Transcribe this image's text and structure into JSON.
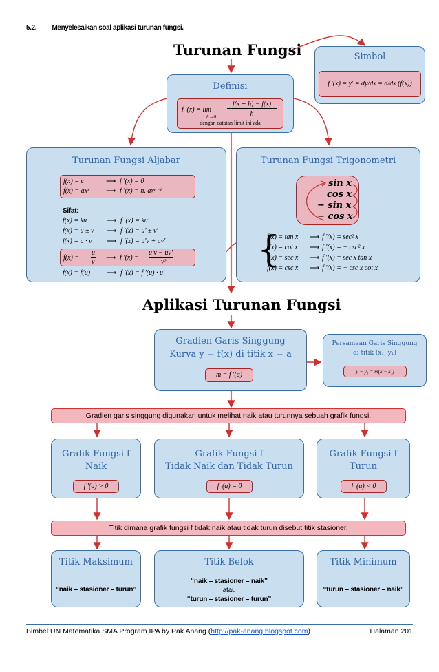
{
  "section": {
    "number": "5.2.",
    "title": "Menyelesaikan soal aplikasi turunan fungsi."
  },
  "main_title": "Turunan Fungsi",
  "simbol": {
    "title": "Simbol",
    "formula": "f ′(x) = y′ = dy/dx = d/dx (f(x))"
  },
  "definisi": {
    "title": "Definisi",
    "lhs": "f ′(x) = lim",
    "limit_sub": "h→0",
    "numerator": "f(x + h) − f(x)",
    "denominator": "h",
    "note": "dengan catatan limit ini ada"
  },
  "aljabar": {
    "title": "Turunan Fungsi Aljabar",
    "basic": [
      {
        "lhs": "f(x) = c",
        "rhs": "f ′(x) = 0"
      },
      {
        "lhs": "f(x) = axⁿ",
        "rhs": "f ′(x) = n. axⁿ⁻¹"
      }
    ],
    "sifat_label": "Sifat:",
    "sifat": [
      {
        "lhs": "f(x) = ku",
        "rhs": "f ′(x) = ku′"
      },
      {
        "lhs": "f(x) = u ± v",
        "rhs": "f ′(x) = u′ ± v′"
      },
      {
        "lhs": "f(x) = u · v",
        "rhs": "f ′(x) = u′v + uv′"
      }
    ],
    "quotient": {
      "lhs_prefix": "f(x) = ",
      "lhs_num": "u",
      "lhs_den": "v",
      "rhs_prefix": "f ′(x) = ",
      "rhs_num": "u′v − uv′",
      "rhs_den": "v²"
    },
    "chain": {
      "lhs": "f(x) = f(u)",
      "rhs": "f ′(x) = f ′(u) · u′"
    }
  },
  "trigonometri": {
    "title": "Turunan Fungsi Trigonometri",
    "cycle": [
      "sin x",
      "cos x",
      "− sin x",
      "− cos x"
    ],
    "rules": [
      {
        "lhs": "f(x) = tan x",
        "rhs": "f ′(x) = sec² x"
      },
      {
        "lhs": "f(x) = cot x",
        "rhs": "f ′(x) = − csc² x"
      },
      {
        "lhs": "f(x) = sec x",
        "rhs": "f ′(x) = sec x tan x"
      },
      {
        "lhs": "f(x) = csc x",
        "rhs": "f ′(x) = − csc x cot x"
      }
    ]
  },
  "aplikasi_title": "Aplikasi Turunan Fungsi",
  "gradien": {
    "line1": "Gradien Garis Singgung",
    "line2": "Kurva y = f(x) di titik x = a",
    "formula": "m = f ′(a)"
  },
  "persamaan": {
    "line1": "Persamaan Garis Singgung",
    "line2": "di titik (x₁, y₁)",
    "formula": "y − y₁ = m(x − x₁)"
  },
  "banner1": "Gradien garis singgung digunakan untuk melihat naik atau turunnya sebuah grafik fungsi.",
  "grafik": [
    {
      "line1": "Grafik Fungsi f",
      "line2": "Naik",
      "formula": "f ′(a) > 0"
    },
    {
      "line1": "Grafik Fungsi f",
      "line2": "Tidak Naik dan Tidak Turun",
      "formula": "f ′(a) = 0"
    },
    {
      "line1": "Grafik Fungsi f",
      "line2": "Turun",
      "formula": "f ′(a) < 0"
    }
  ],
  "banner2": "Titik dimana grafik fungsi f tidak naik atau tidak turun disebut titik stasioner.",
  "titik": [
    {
      "title": "Titik Maksimum",
      "text": "“naik – stasioner – turun”"
    },
    {
      "title": "Titik Belok",
      "text": "“naik – stasioner – naik”",
      "or": "atau",
      "text2": "“turun – stasioner – turun”"
    },
    {
      "title": "Titik Minimum",
      "text": "“turun – stasioner – naik”"
    }
  ],
  "footer": {
    "left": "Bimbel UN Matematika SMA Program IPA by Pak Anang (",
    "link": "http://pak-anang.blogspot.com",
    "right_paren": ")",
    "page": "Halaman 201"
  },
  "colors": {
    "box_fill": "#c9dff0",
    "box_border": "#3a6fa6",
    "title_blue": "#2f63a8",
    "arrow_red": "#d32f2f",
    "pink": "#eab6bf"
  }
}
